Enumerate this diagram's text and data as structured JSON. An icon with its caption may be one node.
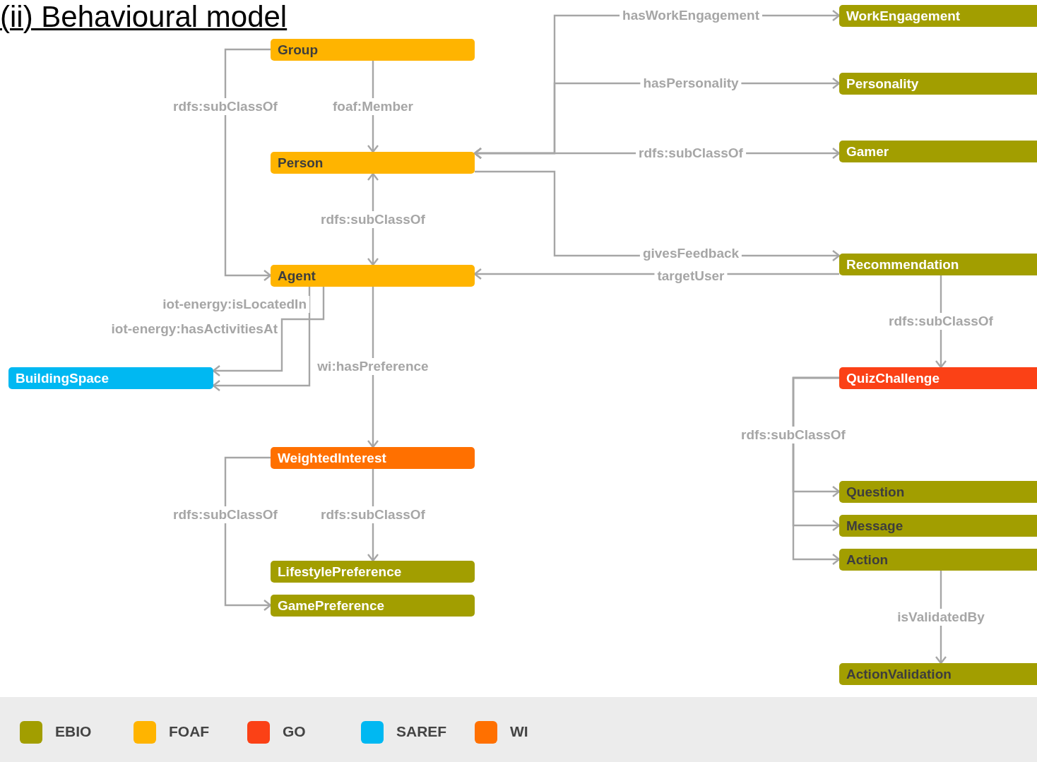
{
  "diagram": {
    "title": "(ii) Behavioural model",
    "nodes": [
      {
        "text": [
          "WorkEngagement"
        ]
      },
      {
        "text": [
          "Group"
        ]
      },
      {
        "text": [
          "Personality"
        ]
      },
      {
        "text": [
          "Gamer"
        ]
      },
      {
        "text": [
          "Person"
        ]
      },
      {
        "text": [
          "Recommendation"
        ]
      },
      {
        "text": [
          "Agent"
        ]
      },
      {
        "text": [
          "BuildingSpace"
        ]
      },
      {
        "text": [
          "QuizChallenge"
        ]
      },
      {
        "text": [
          "WeightedInterest"
        ]
      },
      {
        "text": [
          "Question"
        ]
      },
      {
        "text": [
          "Message"
        ]
      },
      {
        "text": [
          "Action"
        ]
      },
      {
        "text": [
          "LifestylePreference"
        ]
      },
      {
        "text": [
          "GamePreference"
        ]
      },
      {
        "text": [
          "ActionValidation"
        ]
      }
    ],
    "edges": [
      {
        "from": 1,
        "to": 4,
        "arrow": "to",
        "label": "foaf:Member"
      },
      {
        "from": 1,
        "to": 6,
        "arrow": "to",
        "label": "rdfs:subClassOf"
      },
      {
        "from": 6,
        "to": 4,
        "arrow": "both",
        "label": "rdfs:subClassOf"
      },
      {
        "from": 4,
        "to": 0,
        "arrow": "both",
        "label": "hasWorkEngagement"
      },
      {
        "from": 4,
        "to": 2,
        "arrow": "both",
        "label": "hasPersonality"
      },
      {
        "from": 4,
        "to": 3,
        "arrow": "both",
        "label": "rdfs:subClassOf"
      },
      {
        "from": 4,
        "to": 5,
        "arrow": "to",
        "label": "givesFeedback"
      },
      {
        "from": 5,
        "to": 6,
        "arrow": "to",
        "label": "targetUser"
      },
      {
        "from": 6,
        "to": 7,
        "arrow": "to",
        "label": "iot-energy:isLocatedIn"
      },
      {
        "from": 6,
        "to": 7,
        "arrow": "to",
        "label": "iot-energy:hasActivitiesAt"
      },
      {
        "from": 6,
        "to": 9,
        "arrow": "to",
        "label": "wi:hasPreference"
      },
      {
        "from": 9,
        "to": 13,
        "arrow": "to",
        "label": "rdfs:subClassOf"
      },
      {
        "from": 9,
        "to": 14,
        "arrow": "to",
        "label": "rdfs:subClassOf"
      },
      {
        "from": 5,
        "to": 8,
        "arrow": "to",
        "label": "rdfs:subClassOf"
      },
      {
        "from": 8,
        "to": 10,
        "arrow": "to",
        "label": "rdfs:subClassOf"
      },
      {
        "from": 8,
        "to": 11,
        "arrow": "to"
      },
      {
        "from": 8,
        "to": 12,
        "arrow": "to"
      },
      {
        "from": 12,
        "to": 15,
        "arrow": "to",
        "label": "isValidatedBy"
      }
    ],
    "legend": [
      {
        "text": "EBIO",
        "color": "#a29e00"
      },
      {
        "text": "FOAF",
        "color": "#ffb400"
      },
      {
        "text": "GO",
        "color": "#fb4116"
      },
      {
        "text": "SAREF",
        "color": "#00b8f2"
      },
      {
        "text": "WI",
        "color": "#ff7000"
      }
    ]
  }
}
